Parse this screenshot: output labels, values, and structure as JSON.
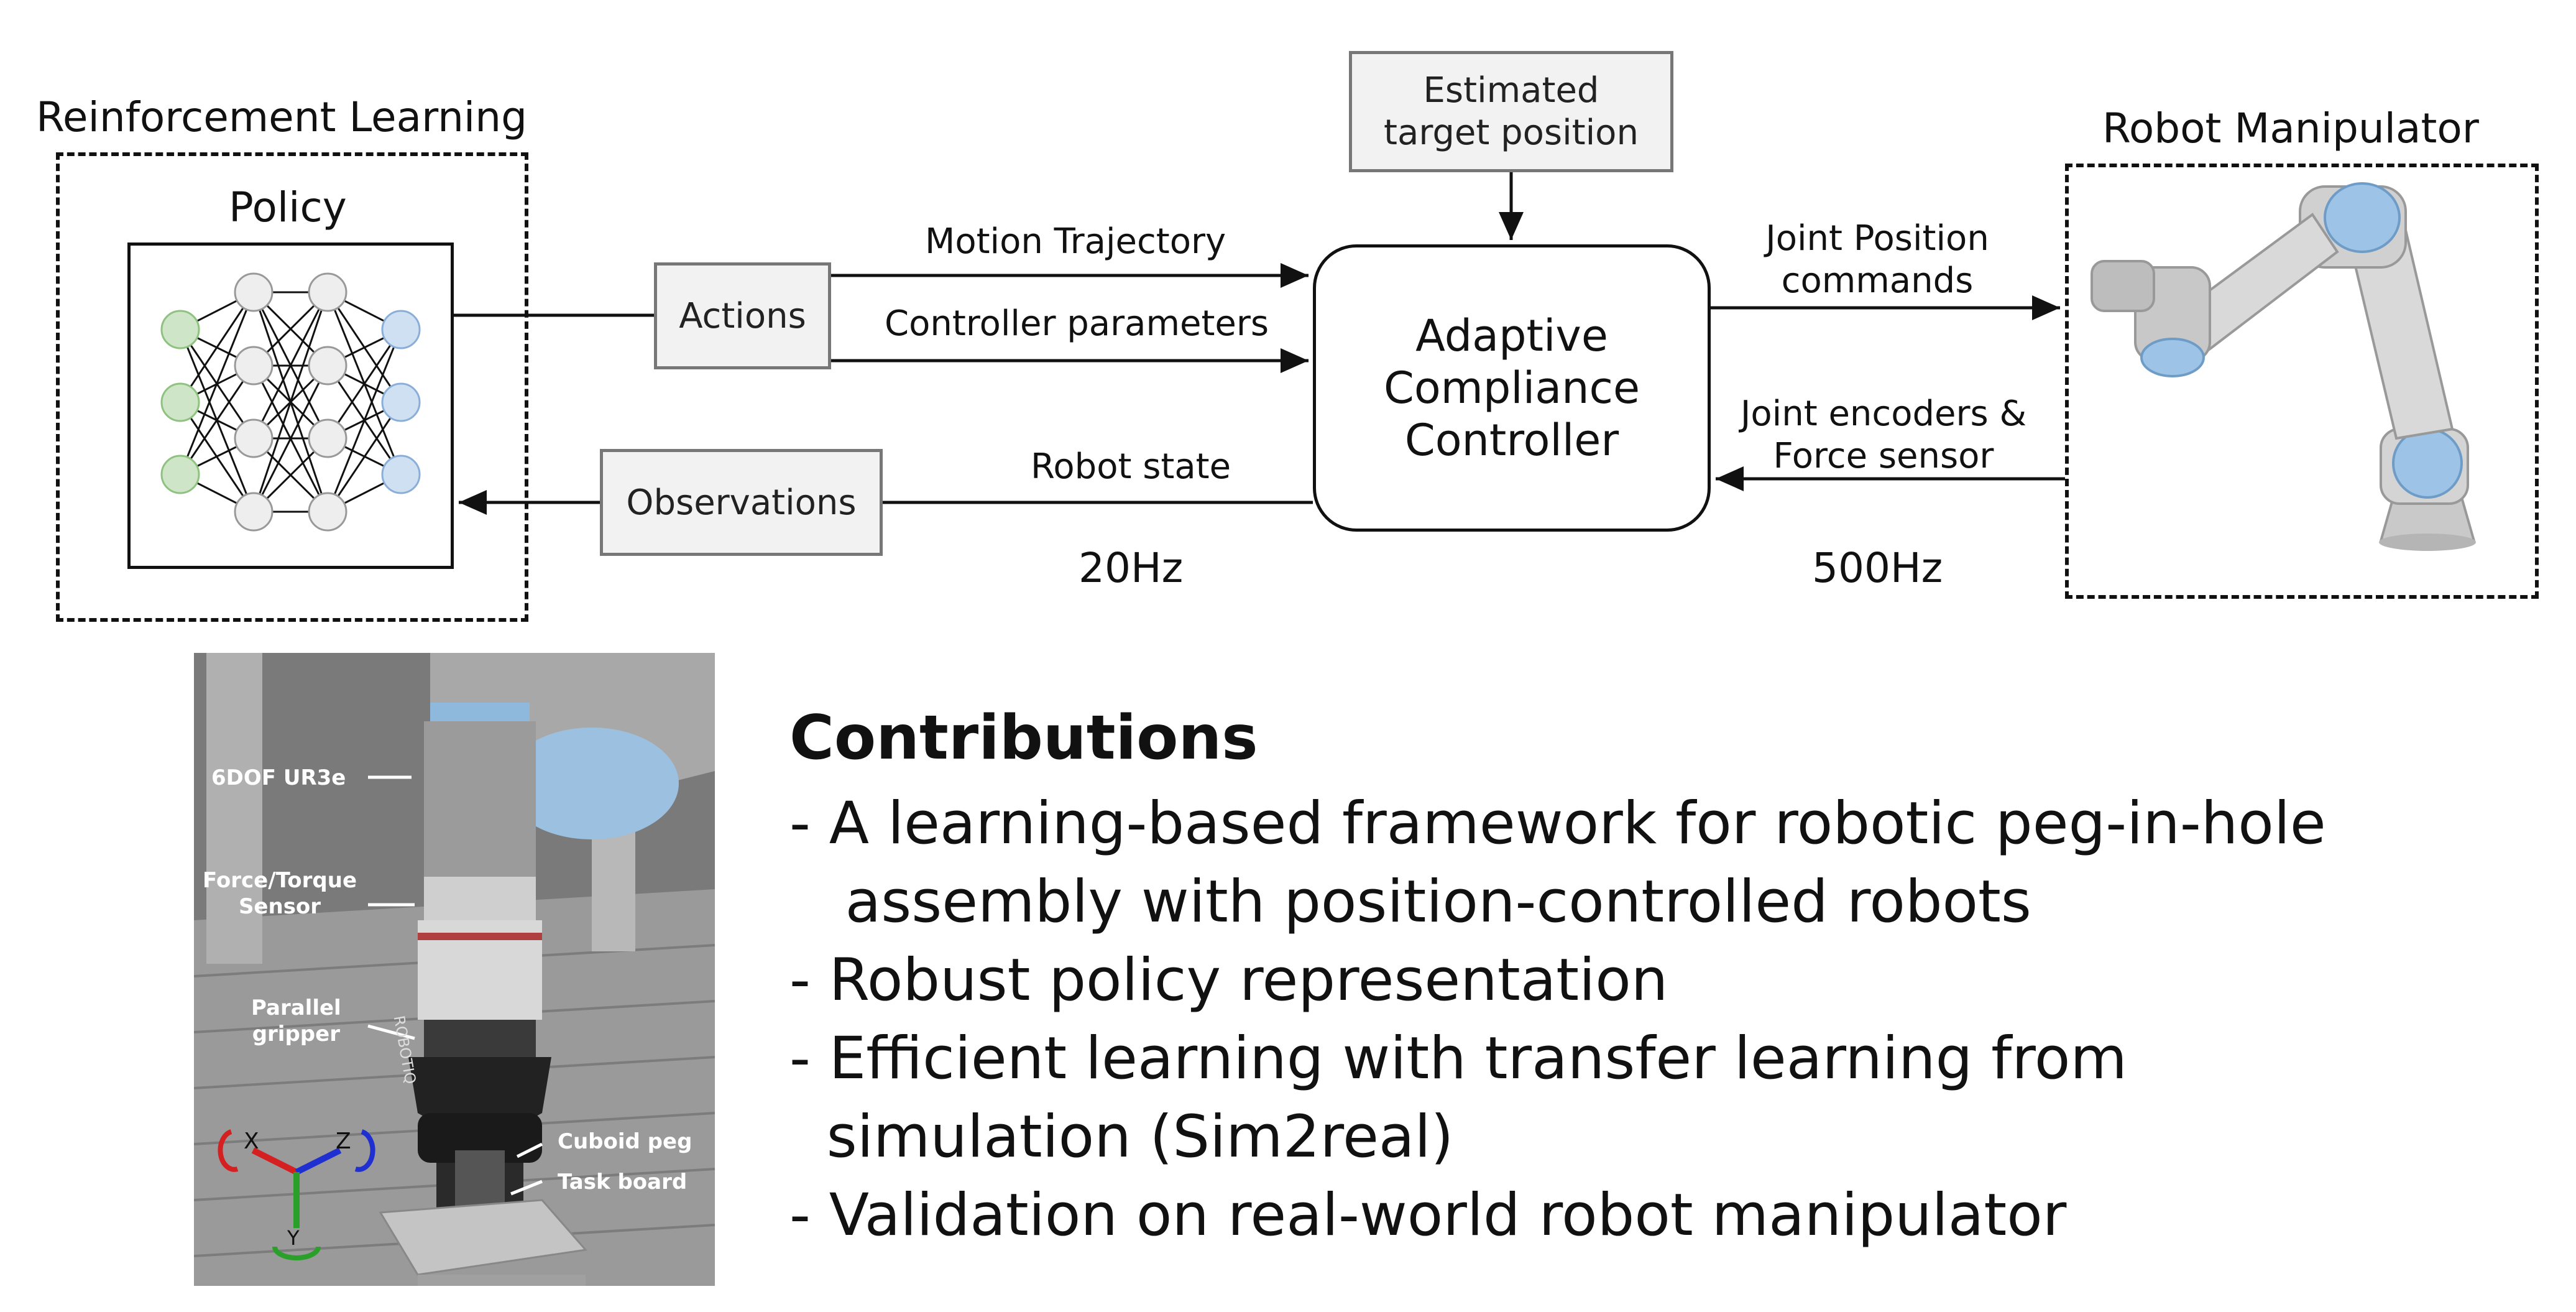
{
  "rl_block": {
    "title": "Reinforcement Learning",
    "policy_label": "Policy"
  },
  "actions_label": "Actions",
  "observations_label": "Observations",
  "motion_trajectory_label": "Motion Trajectory",
  "controller_parameters_label": "Controller parameters",
  "robot_state_label": "Robot state",
  "rate_left": "20Hz",
  "estimated_target": {
    "line1": "Estimated",
    "line2": "target position"
  },
  "controller": {
    "line1": "Adaptive",
    "line2": "Compliance",
    "line3": "Controller"
  },
  "joint_position": {
    "line1": "Joint Position",
    "line2": "commands"
  },
  "joint_encoders": {
    "line1": "Joint encoders &",
    "line2": "Force sensor"
  },
  "rate_right": "500Hz",
  "robot_block": {
    "title": "Robot Manipulator"
  },
  "photo_labels": {
    "ur3e": "6DOF UR3e",
    "ft_sensor_line1": "Force/Torque",
    "ft_sensor_line2": "Sensor",
    "gripper_line1": "Parallel",
    "gripper_line2": "gripper",
    "peg": "Cuboid peg",
    "task_board": "Task board",
    "gripper_brand": "ROBOTIQ",
    "axis_x": "X",
    "axis_y": "Y",
    "axis_z": "Z"
  },
  "contributions": {
    "title": "Contributions",
    "lines": [
      "- A learning-based framework for robotic peg-in-hole",
      "   assembly with position-controlled robots",
      "- Robust policy representation",
      "- Efficient learning with transfer learning from",
      "  simulation (Sim2real)",
      "- Validation on real-world robot manipulator"
    ]
  },
  "colors": {
    "input_node": "#cfe5c7",
    "input_node_stroke": "#8fc180",
    "hidden_node": "#eeeeee",
    "output_node": "#cfe0f3",
    "output_node_stroke": "#8aaed8",
    "robot_joint_blue": "#9dc3e6"
  }
}
